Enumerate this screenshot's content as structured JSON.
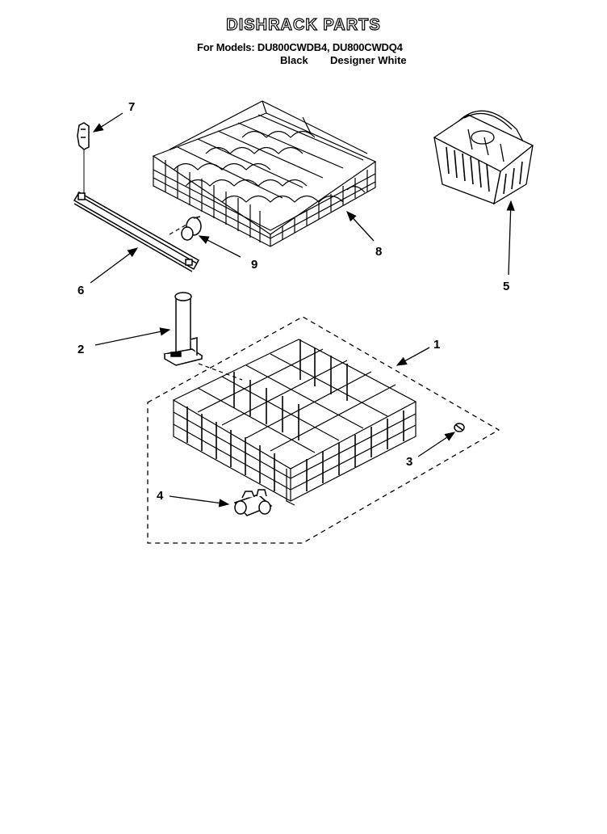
{
  "header": {
    "title": "DISHRACK PARTS",
    "models_line": "For Models: DU800CWDB4, DU800CWDQ4",
    "color_black": "Black",
    "color_white": "Designer White"
  },
  "callouts": {
    "c1": "1",
    "c2": "2",
    "c3": "3",
    "c4": "4",
    "c5": "5",
    "c6": "6",
    "c7": "7",
    "c8": "8",
    "c9": "9"
  }
}
